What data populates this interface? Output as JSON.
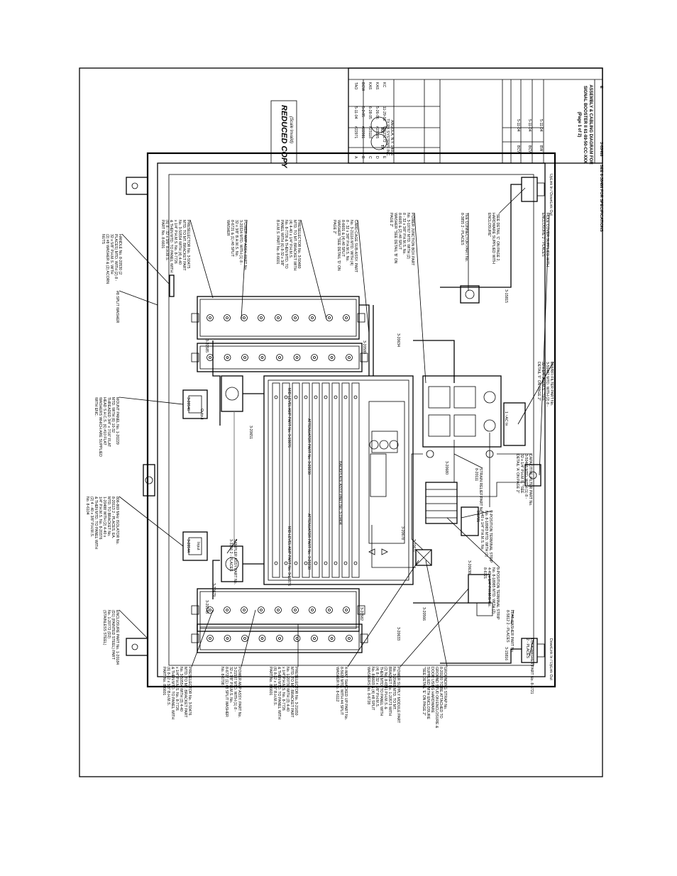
{
  "stamp": {
    "title": "REDUCED COPY",
    "subtitle": "(Scale Invalid)"
  },
  "title_block": {
    "company_lines": [
      "TX RX SYSTEMS INC.",
      "ANGOLA, N.Y. 14006"
    ],
    "revisions": [
      {
        "rev": "A",
        "change": "#22971",
        "date": "5-11-04",
        "by": "TAO"
      },
      {
        "rev": "B",
        "change": "#22981",
        "date": "5-2-05",
        "by": "BCW"
      },
      {
        "rev": "C",
        "change": "#23118",
        "date": "6-28-05",
        "by": "KAS"
      },
      {
        "rev": "D",
        "change": "#23195",
        "date": "5-26-06",
        "by": "KAS"
      },
      {
        "rev": "E",
        "change": "WA23172",
        "date": "11-29-06",
        "by": "KC"
      }
    ],
    "designed_by": "BCW",
    "designed_date": "5-11-04",
    "engineered_by": "BCW",
    "engineered_date": "5-11-04",
    "drawn_by": "BW",
    "drawn_date": "5-11-04",
    "title": "ASSEMBLY & CABLING DIAGRAM FOR SIGNAL BOOSTER II 61-89-50-CC-XXX (Page 1 of 2)",
    "drawing_no": "3-69468",
    "rev_letter": "E"
  },
  "footer_note": "SEE 8-38486 FOR SPECIFICATIONS",
  "callouts": [
    "HANDLE No. 8-20530 (2 PLACES) MTD. WITH (2) 8 - 32 x 5/8\" P.H.M.S. WITH (2) #8 WASHER & (2) ACORN NUTS",
    "PRESELECTOR No. 3-50475 MTD. TO MT. BRACKET PART No. 3-50554 WITH (4) 4-40 x 1/4\" P.H.M.S. No. 8-7726 & THEN MTD. TO PANEL WITH (6) 8 - 32 x 3/8\" B.H.M.S. PART No. 8-6601",
    "POWER AMP ASSY. PART No. 3-20324 MTD. WITH (1) 8 - 32 x 3/8\" B.H.M.S. No. 8-6721 & (1) #8 SPLIT WASHER",
    "PRESELECTOR No. 3-50480 MTD. TO MT. BRACKET WITH (4) 4-40 x 1/4\" P.H.M.S. No. 8-7726 & THEN MTD. TO PANEL WITH (6) 8-32 x 3/8\" B.H.M.S. PART No. 8-6601",
    "CARD CAGE SUB-ASSY. PART No. 3-21116 MTD. WITH (4) 8 - 32 x 3/8\" P.H.M.S. No. 8-6601 & (4) #8 SPLIT WASHER \"SEE DETAIL 'D' ON PAGE 2\"",
    "POWER JUNCTION BOX PART No. 3-19767 MTD. WITH (2) 8 - 32 x 3/8\" P.H.M.S. No. 8-6605 & (2) #8 SPLIT WASHER \"SEE DETAIL 'B' ON PAGE 2\"",
    "TEE CONNECTOR PART No. 8-3855 2 - PLACES",
    "\"SEE DETAIL 'C' ON PAGE 2, HARDWARE SUPPLIED WITH ENCLOSURE\"",
    "HOLE COVER SUPPLIED WITH ENCLOSURE 2 - PLACES",
    "EMI/RFI FILTER PART No. 3-50487 MTD. WITH (2) 8 - 32 x 1/4\" P.H.M.S. \"SEE DETAIL 'F' ON PAGE 2\"",
    "CAPACITIVE FILTER PART No. 3-50488 MTD. WITH (1) 8 - 32 x 1/4\" P.H.M.S. \"SEE DETAIL 'A' ON PAGE 2\"",
    "STRAIN RELIEF PART No. 8-20111",
    "2-POSITION TERMINAL STRIP No. 8-18983 MTD. WITH (1) 4-40 x 1/4\" P.H.M.S. No. 8-6721",
    "8-POSITION TERMINAL STRIP No. 8-18985 MTD. WITH (2) 4-40 x 1/4\" P.H.M.S. No. 8-6721",
    "FLAT WASHER PART No. 8-5812 2 - PLACES",
    "LOCKWASHER PART No. 8-6721 2 - PLACES",
    "GROUNDING STRAP No. 8-20120 TO BE ATTACHED TO GROUND STUD ON ENCLOSURE & DOOR USING HARDWARE SUPPLIED WITH ENCLOSURE \"SEE DETAIL 'E' ON PAGE 2\"",
    "POWER SUPPLY MODULE PART No. 3-20469 MTD. TO MT. BRACKET No. 1-20573 WITH (2) No. 8-6541 P.H.M.S. & THEN MTD. TO PANEL WITH (4) 8 - 32 x 3/8\" P.H.M.S. No. 8-6603 & (4) #8 SPLIT WASHERS No. 8-6728",
    "4-WAY SHACKED UP PART No. 8-5622 MTD. WITH #4 SPLIT WASHER No. 8-6112",
    "PRESELECTOR No. 3-21650 MTD. TO MT. BRACKET PART No. 1-20730 WITH (3) 4-40 x 1/4\" P.H.M.S. No. 8-7726 & THEN MTD. TO PANEL WITH (6) 8-32 x 3/8\" B.H.M.S. PART No. 8-6601",
    "POWER AMP ASSY. PART No. 3-21587 MTD. WITH (1) 8 - 32 x 3/8\" P.H.M.S. No. 8-6727 (1) #8 SPLIT WASHER No. 8-6708",
    "PRESELECTOR No. 3-50476 MTD. TO MT. BRACKET PART No. 3-50554 WITH (3) 4-40 x 1/4\" P.H.M.S. No. 8-7726 & THEN MTD. TO PANEL WITH (6) 8-32 x 3/8\" B.H.M.S. PART No. 8-6601",
    "ENCLOSURE PART No. 1-20184 (D1) (PAINTED STEEL) PART No. 1-20772 (D2) (STAINLESS STEEL)",
    "806-869 MHz ISOLATOR No. 8-20113 2 - PLACES, EA. MTD. TO BRACKET No. 1-20488 WITH (2) 4-40 x 1/4\" P.H.M.S. No. 8-20376 & THEN MTD. TO PANEL WITH (2) 4 - 40 x 3/8\" P.H.M.S. No. 8-6104",
    "SAMPLER ASSY PART No. 3-3356 2 - PLACES",
    "MOUNT PANEL No. 1-20229 MTD. WITH (6) 10-32 THREADED 3/4\" x 7/16\" FLAT HEAD S.H.C.S. (6) #10 FLAT WASHERS WHICH ARE SUPPLIED WITH ENC.",
    "#8 SPLIT WASHER"
  ],
  "panel_labels": [
    "ATTENUATOR PART No. 3-20238",
    "MID LEVEL AMP PART No. 3-19876",
    "BACKPLATE ASSY PART No. 3-19404",
    "ATTENUATOR PART No. 3-20238",
    "MID LEVEL AMP PART No. 3-19876"
  ],
  "cable_labels": [
    "3-20585",
    "3-20546",
    "3-20651",
    "3-20544",
    "3-20543",
    "3-20678",
    "3-20679",
    "3-20580",
    "3-20566",
    "3-20582",
    "3-15815",
    "3-15816",
    "3-20680",
    "3-20637",
    "3-20638",
    "3-20634",
    "3-20633"
  ],
  "port_labels": [
    "UpLink In / DownLink Out",
    "DownLink In / UpLink Out",
    "Output",
    "Input",
    "1 ~AC In"
  ]
}
